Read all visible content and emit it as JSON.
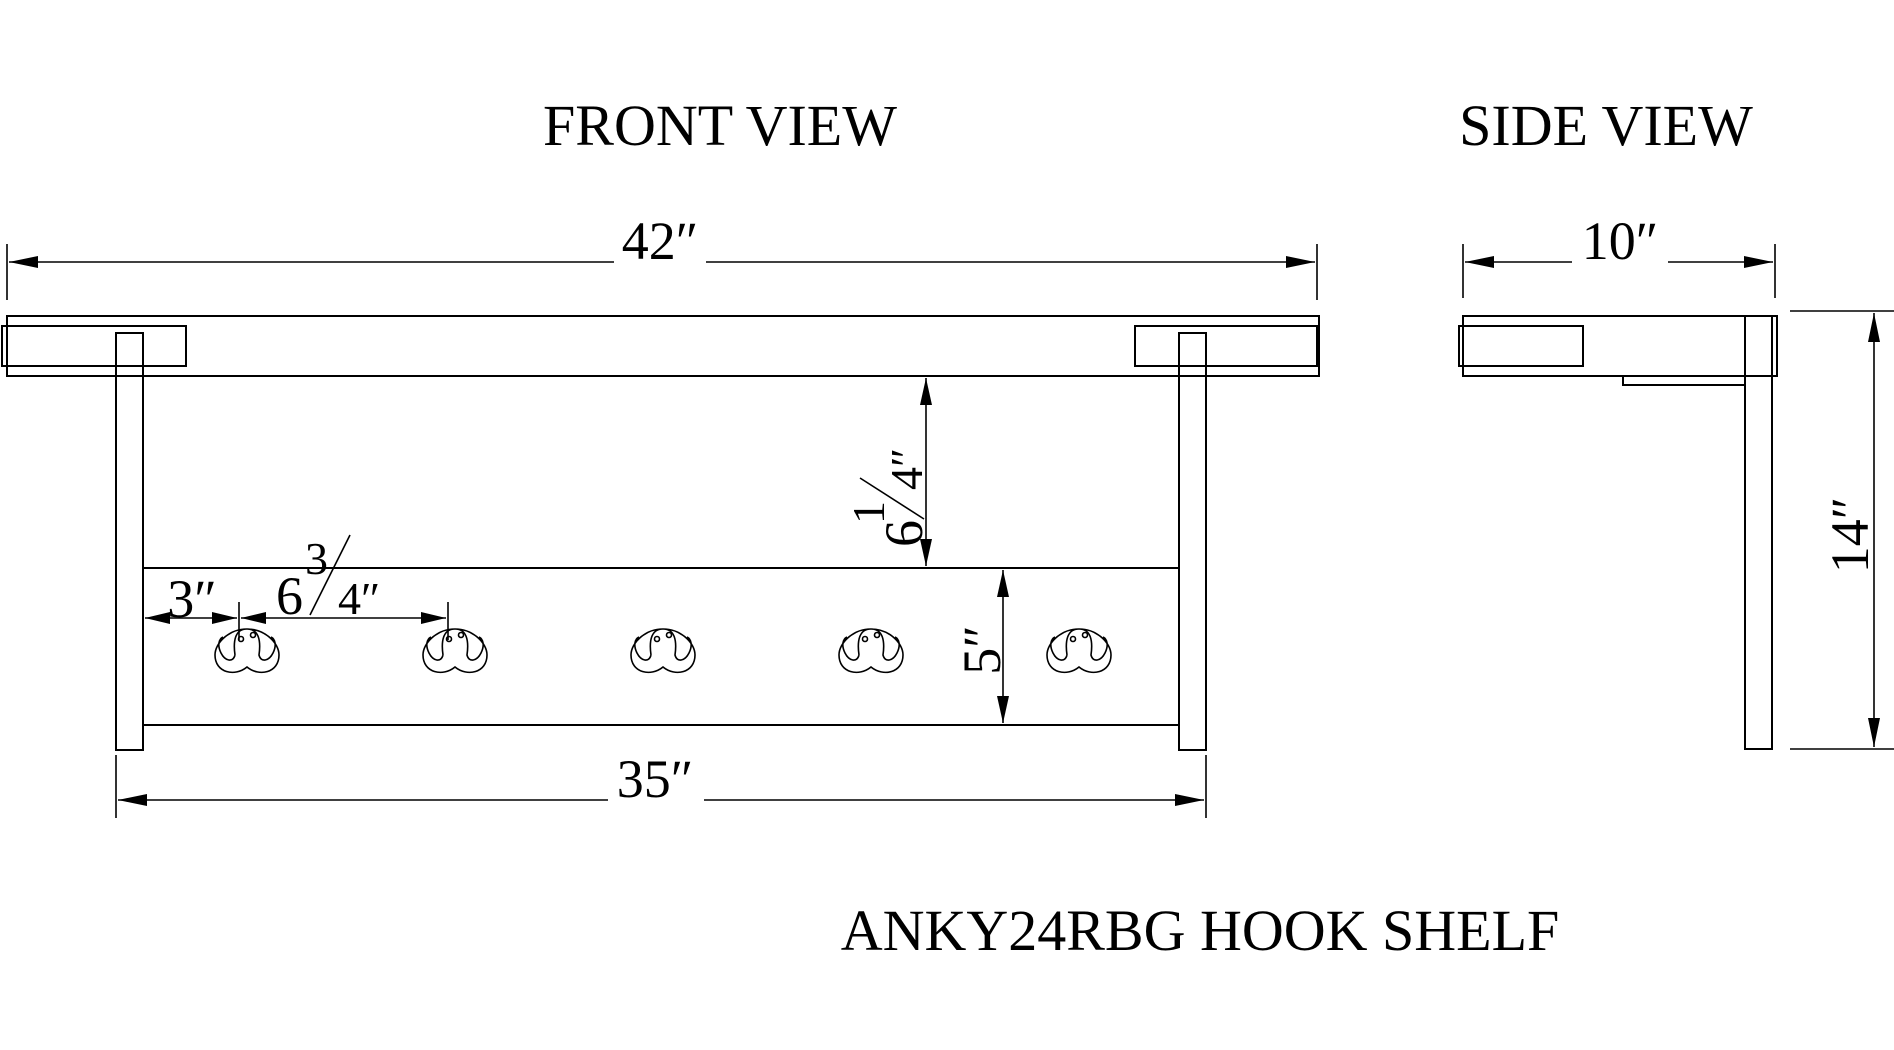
{
  "titles": {
    "front_view": "FRONT VIEW",
    "side_view": "SIDE VIEW",
    "product": "ANKY24RBG HOOK SHELF"
  },
  "dimensions": {
    "overall_width": "42″",
    "inner_width": "35″",
    "side_depth": "10″",
    "side_height": "14″",
    "rail_height": "5″",
    "shelf_gap": {
      "whole": "6",
      "numerator": "1",
      "slash": "/",
      "denominator": "4″"
    },
    "hook_offset": "3″",
    "hook_spacing": {
      "whole": "6",
      "numerator": "3",
      "slash": "/",
      "denominator": "4″"
    }
  },
  "hooks": {
    "count": 5
  }
}
